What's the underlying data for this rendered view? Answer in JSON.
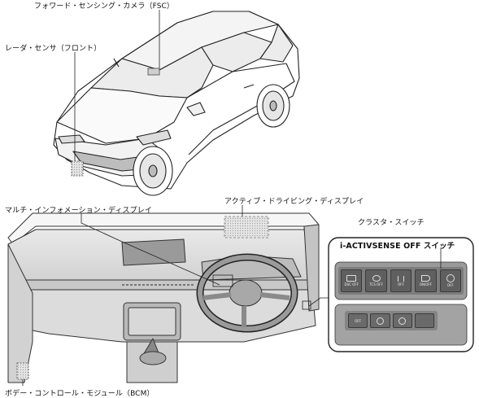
{
  "labels": {
    "fsc": "フォワード・センシング・カメラ（FSC）",
    "radar": "レーダ・センサ（フロント）",
    "active_display": "アクティブ・ドライビング・ディスプレイ",
    "multi_display": "マルチ・インフォメーション・ディスプレイ",
    "cluster_switch": "クラスタ・スイッチ",
    "i_activsense": "i-ACTIVSENSE OFF スイッチ",
    "bcm": "ボデー・コントロール・モジュール（BCM）"
  },
  "switch_panel": {
    "buttons": [
      {
        "icon": "dsc-off-icon",
        "text": "DSC OFF"
      },
      {
        "icon": "tcs-off-icon",
        "text": "TCS OFF"
      },
      {
        "icon": "lane-off-icon",
        "text": "OFF"
      },
      {
        "icon": "headlight-icon",
        "text": "ON/OFF"
      },
      {
        "icon": "i-activsense-icon",
        "text": "OFF"
      }
    ],
    "lower_buttons": [
      {
        "icon": "off-icon",
        "text": "OFF"
      },
      {
        "icon": "auto-hold-icon",
        "text": ""
      },
      {
        "icon": "parking-icon",
        "text": ""
      },
      {
        "icon": "blank-icon",
        "text": ""
      }
    ]
  }
}
